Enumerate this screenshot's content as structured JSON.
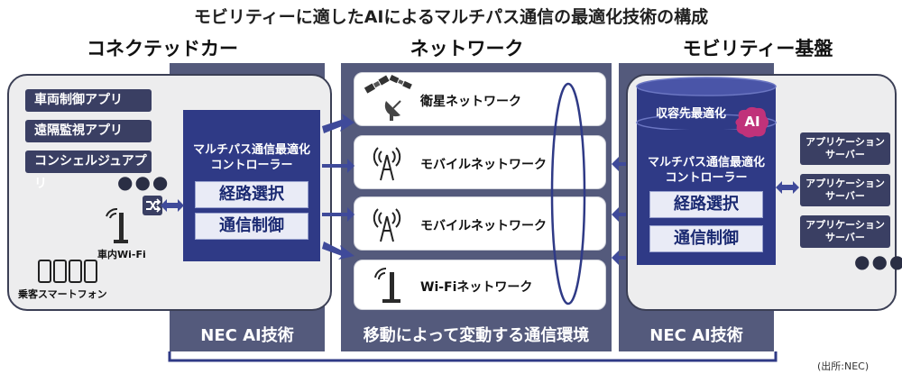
{
  "title": "モビリティーに適したAIによるマルチパス通信の最適化技術の構成",
  "sections": {
    "connected_car": "コネクテッドカー",
    "network": "ネットワーク",
    "platform": "モビリティー基盤"
  },
  "car": {
    "apps": [
      "車両制御アプリ",
      "遠隔監視アプリ",
      "コンシェルジュアプリ"
    ],
    "dots": "●●●",
    "wifi_label": "車内Wi-Fi",
    "phone_label": "乗客スマートフォン",
    "controller_title_1": "マルチパス通信最適化",
    "controller_title_2": "コントローラー",
    "route_select": "経路選択",
    "comm_control": "通信制御",
    "band_label": "NEC AI技術"
  },
  "network": {
    "items": [
      "衛星ネットワーク",
      "モバイルネットワーク",
      "モバイルネットワーク",
      "Wi-Fiネットワーク"
    ],
    "band_label": "移動によって変動する通信環境"
  },
  "platform": {
    "db_label": "収容先最適化",
    "ai_badge": "AI",
    "controller_title_1": "マルチパス通信最適化",
    "controller_title_2": "コントローラー",
    "route_select": "経路選択",
    "comm_control": "通信制御",
    "servers": [
      {
        "line1": "アプリケーション",
        "line2": "サーバー"
      },
      {
        "line1": "アプリケーション",
        "line2": "サーバー"
      },
      {
        "line1": "アプリケーション",
        "line2": "サーバー"
      }
    ],
    "dots": "●●●",
    "band_label": "NEC AI技術"
  },
  "source": "(出所:NEC)",
  "colors": {
    "band": "#545a7c",
    "controller": "#2f3a86",
    "app_button": "#3a3f63",
    "arrow": "#3f4a9a",
    "ai_badge": "#c0327a"
  }
}
